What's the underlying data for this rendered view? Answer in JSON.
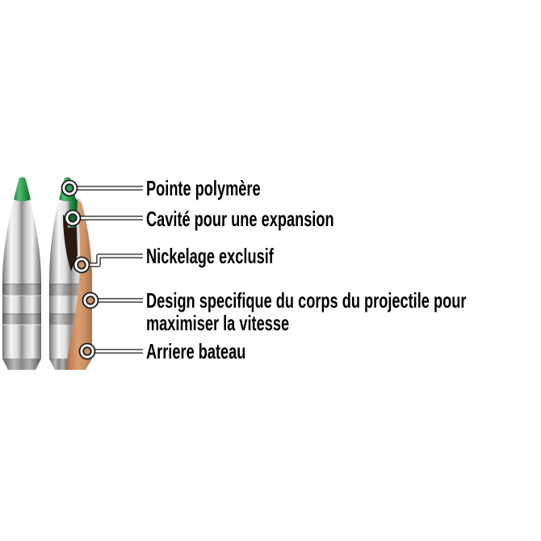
{
  "diagram": {
    "background_color": "#ffffff",
    "colors": {
      "polymer_tip_green": "#2f9e4e",
      "polymer_tip_green_dark": "#14662e",
      "jacket_silver_light": "#f5f5f5",
      "jacket_silver_dark": "#6b6b6b",
      "core_copper": "#ce9265",
      "core_copper_dark": "#a06a42",
      "cavity_dark": "#2b1b0f",
      "label_text": "#000000",
      "callout_line_fill": "#ffffff",
      "callout_line_outline": "#1a1a1a"
    },
    "bullets": [
      {
        "name": "whole-bullet"
      },
      {
        "name": "cutaway-bullet"
      }
    ],
    "callouts": [
      {
        "label": "Pointe polymère"
      },
      {
        "label": "Cavité pour une expansion"
      },
      {
        "label": "Nickelage exclusif"
      },
      {
        "label": "Design specifique du corps du projectile pour\nmaximiser la vitesse"
      },
      {
        "label": "Arriere bateau"
      }
    ]
  }
}
